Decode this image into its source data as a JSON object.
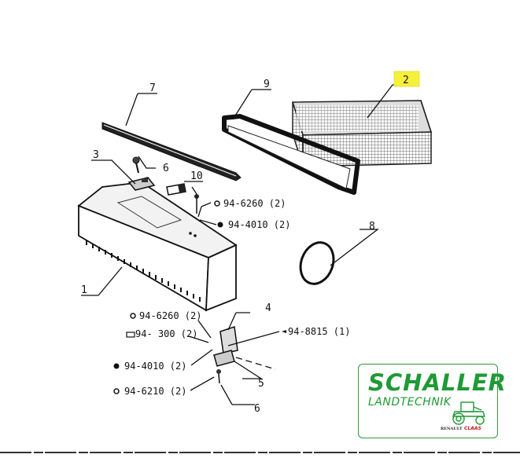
{
  "callouts": {
    "c1": "1",
    "c2": "2",
    "c3": "3",
    "c4": "4",
    "c5": "5",
    "c6a": "6",
    "c6b": "6",
    "c7": "7",
    "c8": "8",
    "c9": "9",
    "c10": "10"
  },
  "parts": {
    "r1": "94-6260 (2)",
    "r2": "94-4010 (2)",
    "r3": "94-6260 (2)",
    "r4": "94- 300 (2)",
    "r5": "94-4010 (2)",
    "r6": "94-6210 (2)",
    "r7": "94-8815 (1)"
  },
  "colors": {
    "highlight": "#f7f03a",
    "logo_green": "#1f9a35",
    "claas_red": "#c41a1a"
  },
  "logo": {
    "name": "SCHALLER",
    "sub": "LANDTECHNIK",
    "brand1": "RENAULT",
    "brand2": "CLAAS"
  }
}
